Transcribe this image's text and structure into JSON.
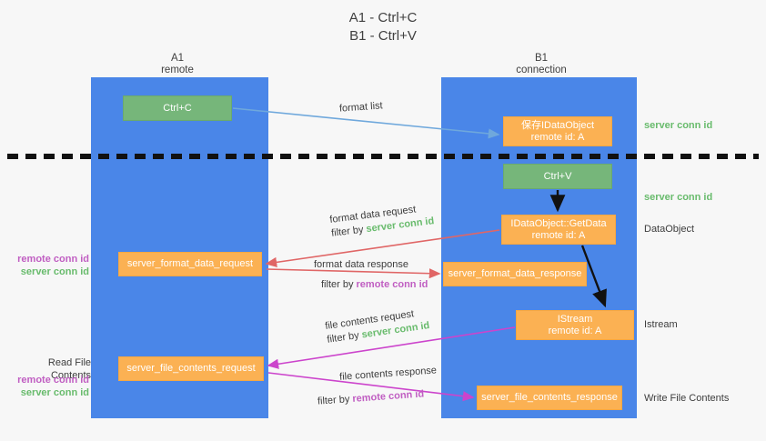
{
  "title": {
    "line1": "A1 - Ctrl+C",
    "line2": "B1 - Ctrl+V"
  },
  "columns": {
    "a1": {
      "name": "A1",
      "role": "remote"
    },
    "b1": {
      "name": "B1",
      "role": "connection"
    }
  },
  "colors": {
    "lane": "#4a86e8",
    "node_orange": "#fbb153",
    "node_green": "#76b67a",
    "server_conn": "#68bb6c",
    "remote_conn": "#c05ec2",
    "arrow_blue": "#6fa8dc",
    "arrow_red": "#e06666",
    "arrow_magenta": "#cc44cc",
    "arrow_black": "#000000",
    "background": "#f7f7f7"
  },
  "nodes": {
    "ctrl_c": {
      "label": "Ctrl+C",
      "sub": ""
    },
    "idataobject": {
      "label": "保存IDataObject",
      "sub": "remote id: A"
    },
    "ctrl_v": {
      "label": "Ctrl+V",
      "sub": ""
    },
    "getdata": {
      "label": "IDataObject::GetData",
      "sub": "remote id: A"
    },
    "format_data_request": {
      "label": "server_format_data_request",
      "sub": ""
    },
    "format_data_response": {
      "label": "server_format_data_response",
      "sub": ""
    },
    "istream": {
      "label": "IStream",
      "sub": "remote id: A"
    },
    "file_contents_request": {
      "label": "server_file_contents_request",
      "sub": ""
    },
    "file_contents_response": {
      "label": "server_file_contents_response",
      "sub": ""
    }
  },
  "edge_labels": {
    "format_list": "format list",
    "format_data_request": {
      "line1": "format data request",
      "prefix": "filter by ",
      "token": "server conn id"
    },
    "format_data_response": {
      "line1": "format data response",
      "prefix": "filter by ",
      "token": "remote conn id"
    },
    "file_contents_request": {
      "line1": "file contents request",
      "prefix": "filter by ",
      "token": "server conn id"
    },
    "file_contents_response": {
      "line1": "file contents response",
      "prefix": "filter by ",
      "token": "remote conn id"
    }
  },
  "side_labels": {
    "server_conn_top": "server conn id",
    "server_conn_mid": "server conn id",
    "dataobject": "DataObject",
    "istream": "Istream",
    "write_file_contents": "Write File Contents",
    "read_file_contents": "Read File Contents",
    "remote_conn_id": "remote conn id",
    "server_conn_id": "server conn id"
  }
}
